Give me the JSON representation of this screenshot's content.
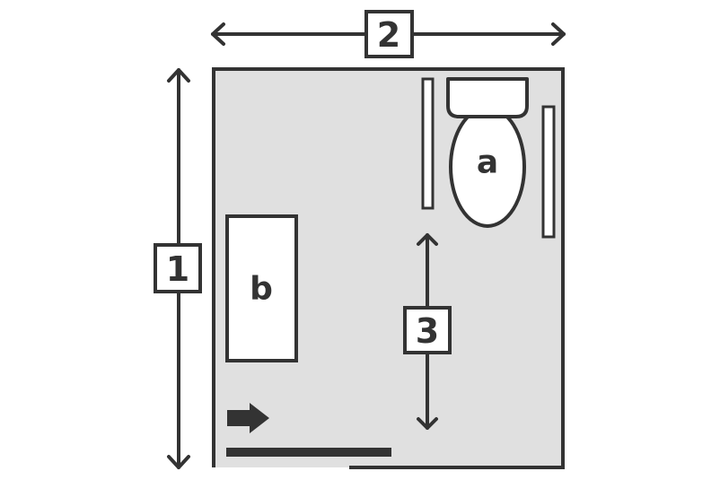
{
  "diagram": {
    "dimension_labels": {
      "one": "1",
      "two": "2",
      "three": "3"
    },
    "fixture_labels": {
      "toilet": "a",
      "sink": "b"
    },
    "colors": {
      "ink": "#333333",
      "floor": "#e0e0e0",
      "paper": "#ffffff"
    }
  }
}
